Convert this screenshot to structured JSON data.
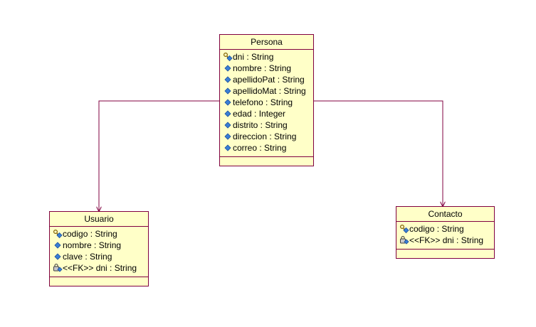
{
  "classes": {
    "persona": {
      "name": "Persona",
      "attributes": [
        {
          "icon": "key-attribute-icon",
          "text": "dni : String"
        },
        {
          "icon": "attribute-icon",
          "text": "nombre : String"
        },
        {
          "icon": "attribute-icon",
          "text": "apellidoPat : String"
        },
        {
          "icon": "attribute-icon",
          "text": "apellidoMat : String"
        },
        {
          "icon": "attribute-icon",
          "text": "telefono : String"
        },
        {
          "icon": "attribute-icon",
          "text": "edad : Integer"
        },
        {
          "icon": "attribute-icon",
          "text": "distrito : String"
        },
        {
          "icon": "attribute-icon",
          "text": "direccion : String"
        },
        {
          "icon": "attribute-icon",
          "text": "correo : String"
        }
      ]
    },
    "usuario": {
      "name": "Usuario",
      "attributes": [
        {
          "icon": "key-attribute-icon",
          "text": "codigo : String"
        },
        {
          "icon": "attribute-icon",
          "text": "nombre : String"
        },
        {
          "icon": "attribute-icon",
          "text": "clave : String"
        },
        {
          "icon": "foreign-key-attribute-icon",
          "text": "<<FK>> dni : String"
        }
      ]
    },
    "contacto": {
      "name": "Contacto",
      "attributes": [
        {
          "icon": "key-attribute-icon",
          "text": "codigo : String"
        },
        {
          "icon": "foreign-key-attribute-icon",
          "text": "<<FK>> dni : String"
        }
      ]
    }
  },
  "colors": {
    "class_fill": "#ffffc8",
    "class_border": "#800040",
    "connector": "#800040",
    "attribute_icon": "#3a7fd5"
  }
}
